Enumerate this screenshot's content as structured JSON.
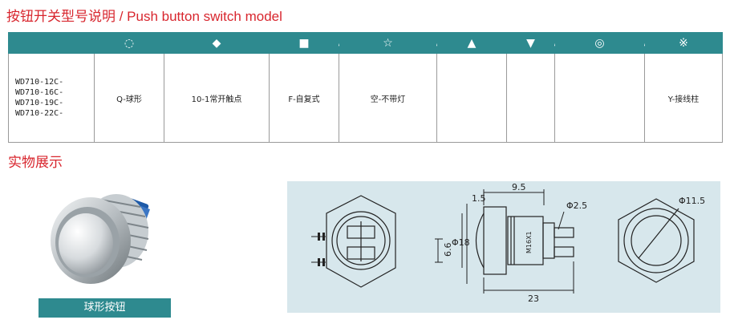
{
  "header": {
    "title_cn": "按钮开关型号说明",
    "title_sep": " / ",
    "title_en": "Push button switch model"
  },
  "table": {
    "header_icons": [
      "◌",
      "◆",
      "■",
      "☆",
      "▲",
      "▼",
      "◎",
      "※"
    ],
    "slash": "/",
    "models": [
      "WD710-12C-",
      "WD710-16C-",
      "WD710-19C-",
      "WD710-22C-"
    ],
    "head_shape": "Q-球形",
    "contact": "10-1常开触点",
    "reset": "F-自复式",
    "light": "空-不带灯",
    "terminal": "Y-接线柱"
  },
  "section2": {
    "title": "实物展示"
  },
  "photo": {
    "label": "球形按钮"
  },
  "drawing": {
    "dim_1_5": "1.5",
    "dim_9_5": "9.5",
    "dim_phi2_5": "Φ2.5",
    "dim_phi18": "Φ18",
    "dim_6_6": "6.6",
    "dim_m16": "M16X1",
    "dim_23": "23",
    "dim_phi11_5": "Φ11.5"
  },
  "colors": {
    "accent_teal": "#2e8a8f",
    "title_red": "#d8262e",
    "drawing_bg": "#d7e7ec"
  }
}
